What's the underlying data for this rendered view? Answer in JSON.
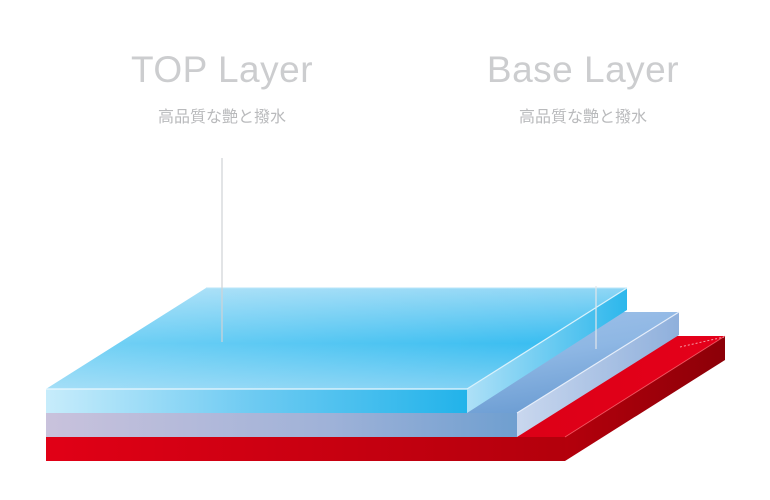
{
  "top_layer": {
    "title": "TOP Layer",
    "subtitle": "高品質な艶と撥水"
  },
  "base_layer": {
    "title": "Base Layer",
    "subtitle": "高品質な艶と撥水"
  },
  "colors": {
    "label_text": "#cccdcf",
    "top_layer": "#2ebbf0",
    "base_layer": "#8fb6e2",
    "substrate": "#e00016"
  }
}
